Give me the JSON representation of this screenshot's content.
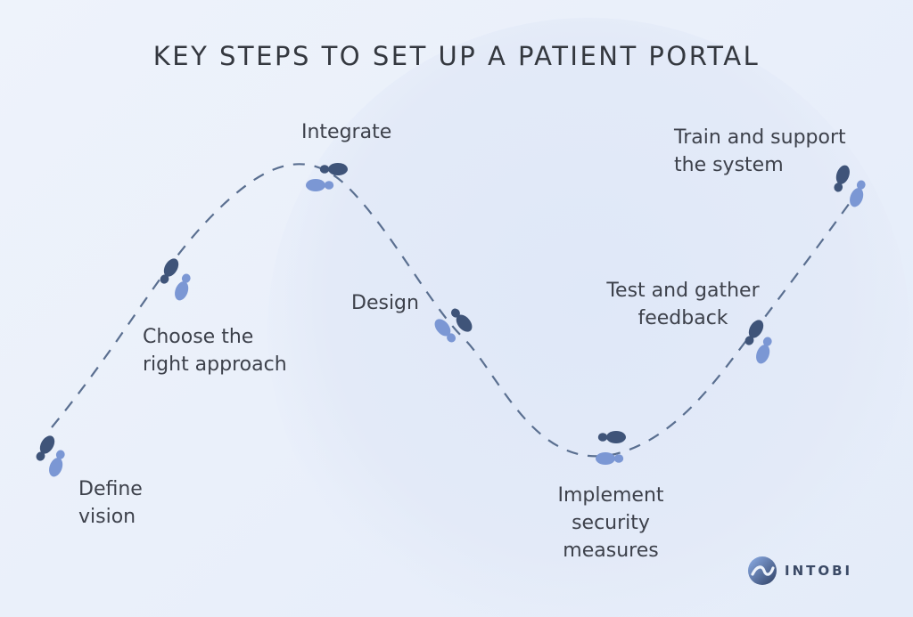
{
  "title": "KEY STEPS TO SET UP A PATIENT PORTAL",
  "steps": [
    {
      "label": "Define\nvision"
    },
    {
      "label": "Choose the\nright approach"
    },
    {
      "label": "Integrate"
    },
    {
      "label": "Design"
    },
    {
      "label": "Implement\nsecurity\nmeasures"
    },
    {
      "label": "Test and gather\nfeedback"
    },
    {
      "label": "Train and support\nthe system"
    }
  ],
  "brand": {
    "name": "INTOBI"
  },
  "colors": {
    "path": "#5a6f90",
    "foot_dark": "#3f5479",
    "foot_light": "#7b97d4",
    "title": "#34383f"
  }
}
